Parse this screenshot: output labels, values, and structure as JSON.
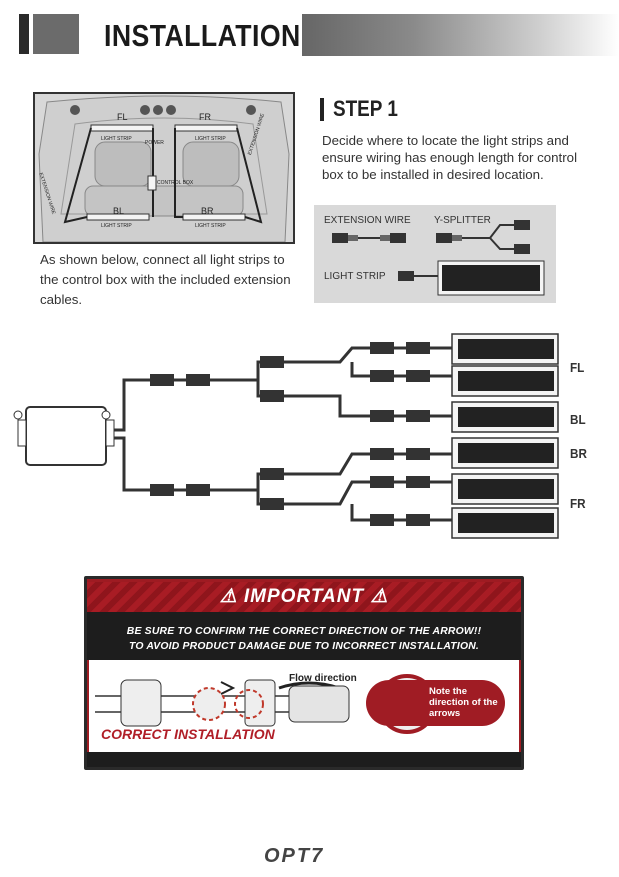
{
  "header": {
    "title": "INSTALLATION"
  },
  "car_diagram": {
    "zones": {
      "fl": "FL",
      "fr": "FR",
      "bl": "BL",
      "br": "BR"
    },
    "labels": {
      "light_strip_front_left": "LIGHT STRIP",
      "light_strip_front_right": "LIGHT STRIP",
      "light_strip_rear_left": "LIGHT STRIP",
      "light_strip_rear_right": "LIGHT STRIP",
      "power": "POWER",
      "control_box": "CONTROL BOX",
      "extension_wire_left": "EXTENSION WIRE",
      "extension_wire_right": "EXTENSION WIRE"
    }
  },
  "step": {
    "title": "STEP 1",
    "text": "Decide where to locate the light strips and ensure wiring has enough length for control box to be installed in desired location."
  },
  "instructions": "As shown below, connect all light strips to the control box with the included extension cables.",
  "parts": {
    "extension_wire": "EXTENSION WIRE",
    "y_splitter": "Y-SPLITTER",
    "light_strip": "LIGHT STRIP"
  },
  "wiring": {
    "zones": [
      "FL",
      "BL",
      "BR",
      "FR"
    ]
  },
  "important": {
    "title": "IMPORTANT",
    "line1": "BE SURE TO CONFIRM THE CORRECT DIRECTION OF THE ARROW!!",
    "line2": "TO AVOID PRODUCT DAMAGE DUE TO INCORRECT INSTALLATION.",
    "flow_direction": "Flow direction",
    "note": "Note the direction of the arrows",
    "correct": "CORRECT INSTALLATION"
  },
  "brand": {
    "logo": "OPT7",
    "accent": "#a01c24"
  }
}
